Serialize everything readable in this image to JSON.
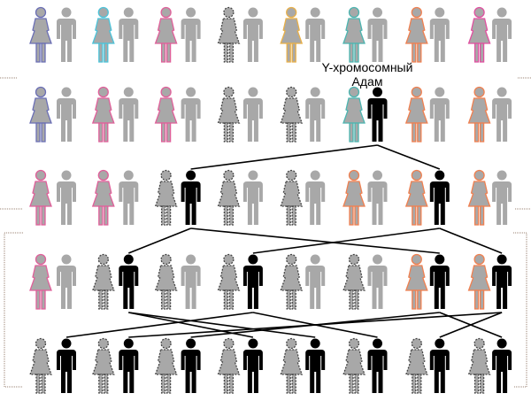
{
  "label": {
    "line1": "Y-хромосомный",
    "line2": "Адам"
  },
  "colors": {
    "male_plain": "#a8a8a8",
    "male_carrier": "#000000",
    "female_fill": "#a8a8a8",
    "line": "#000000",
    "bracket": "#9a8070"
  },
  "generations": [
    {
      "females": [
        "#6b6fb5",
        "#4cc3d9",
        "#e0609a",
        "#444444",
        "#e8b04a",
        "#4cb5b0",
        "#f08050",
        "#e050a0"
      ],
      "carriers": []
    },
    {
      "females": [
        "#6b6fb5",
        "#e0609a",
        "#e0609a",
        "#444444",
        "#444444",
        "#4cb5b0",
        "#f08050",
        "#f08050"
      ],
      "carriers": [
        5
      ]
    },
    {
      "females": [
        "#e0609a",
        "#e0609a",
        "#444444",
        "#444444",
        "#444444",
        "#f08050",
        "#f08050",
        "#f08050"
      ],
      "carriers": [
        2,
        6
      ]
    },
    {
      "females": [
        "#e0609a",
        "#444444",
        "#444444",
        "#444444",
        "#444444",
        "#444444",
        "#f08050",
        "#f08050"
      ],
      "carriers": [
        1,
        3,
        6,
        7
      ]
    },
    {
      "females": [
        "#444444",
        "#444444",
        "#444444",
        "#444444",
        "#444444",
        "#444444",
        "#444444",
        "#444444"
      ],
      "carriers": [
        0,
        1,
        2,
        3,
        4,
        5,
        6,
        7
      ]
    }
  ],
  "descent": [
    {
      "gen": 1,
      "father": 5,
      "sons": [
        2,
        6
      ]
    },
    {
      "gen": 2,
      "father": 2,
      "sons": [
        1,
        6
      ]
    },
    {
      "gen": 2,
      "father": 6,
      "sons": [
        3,
        7
      ]
    },
    {
      "gen": 3,
      "father": 1,
      "sons": [
        3,
        4
      ]
    },
    {
      "gen": 3,
      "father": 3,
      "sons": [
        0,
        5
      ]
    },
    {
      "gen": 3,
      "father": 6,
      "sons": [
        2,
        7
      ]
    },
    {
      "gen": 3,
      "father": 7,
      "sons": [
        1,
        6
      ]
    }
  ]
}
